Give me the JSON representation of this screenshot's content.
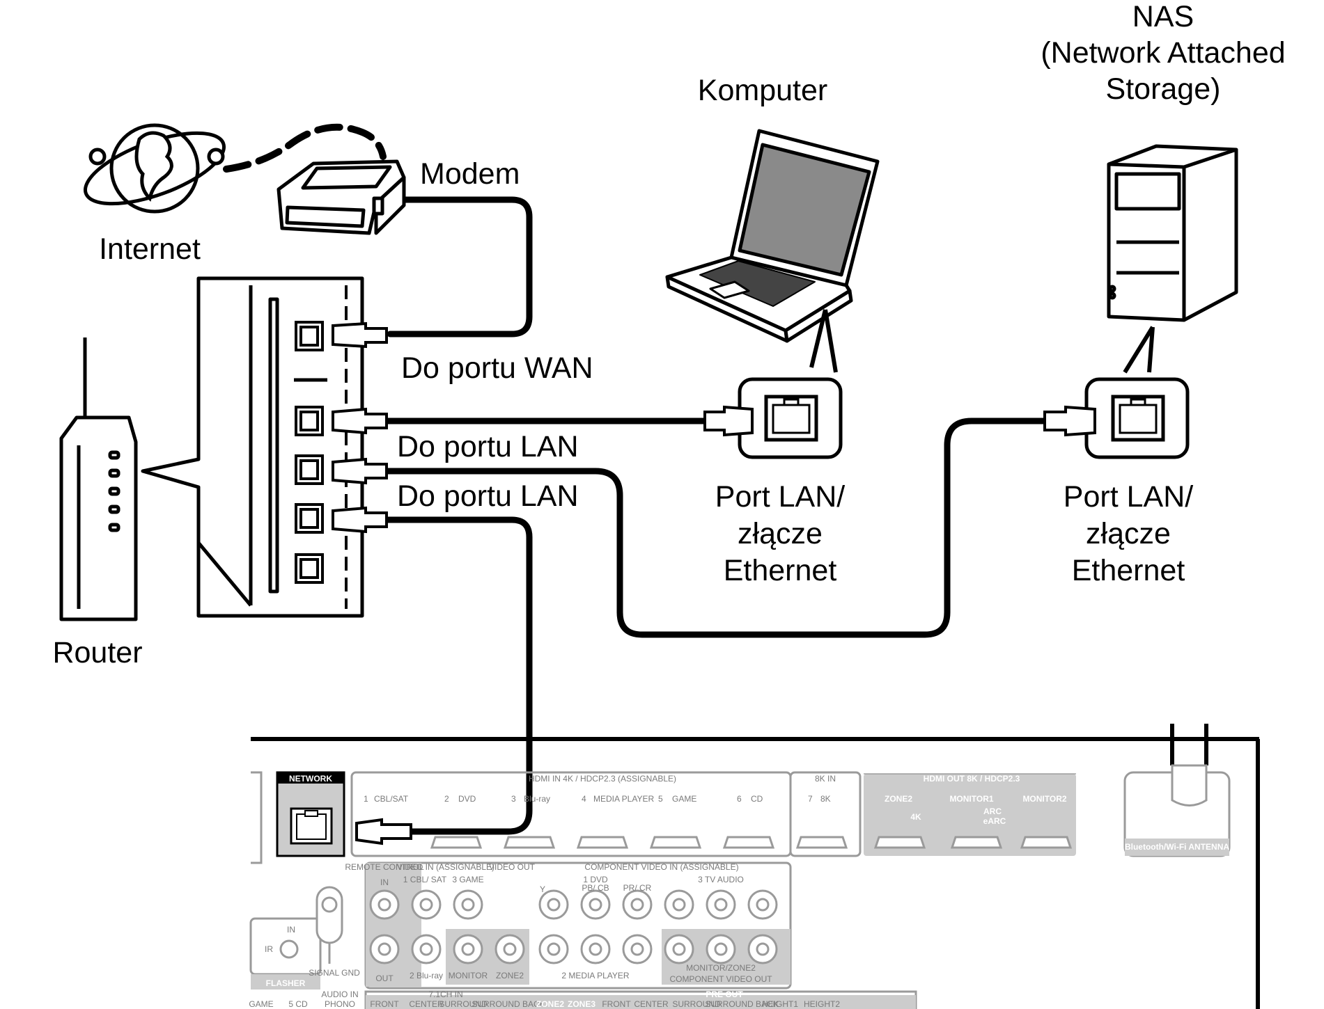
{
  "labels": {
    "nas_line1": "NAS",
    "nas_line2": "(Network Attached",
    "nas_line3": "Storage)",
    "computer": "Komputer",
    "modem": "Modem",
    "internet": "Internet",
    "router": "Router",
    "wan_port": "Do portu WAN",
    "lan_port_1": "Do portu LAN",
    "lan_port_2": "Do portu LAN",
    "computer_port_l1": "Port LAN/",
    "computer_port_l2": "złącze",
    "computer_port_l3": "Ethernet",
    "nas_port_l1": "Port LAN/",
    "nas_port_l2": "złącze",
    "nas_port_l3": "Ethernet"
  },
  "receiver": {
    "network": "NETWORK",
    "hdmi_in_header": "HDMI IN  4K / HDCP2.3  (ASSIGNABLE)",
    "hdmi_8k_header": "8K IN",
    "hdmi_out_header": "HDMI OUT  8K / HDCP2.3",
    "hdmi_inputs": [
      {
        "num": "1",
        "name": "CBL/SAT"
      },
      {
        "num": "2",
        "name": "DVD"
      },
      {
        "num": "3",
        "name": "Blu-ray"
      },
      {
        "num": "4",
        "name": "MEDIA PLAYER"
      },
      {
        "num": "5",
        "name": "GAME"
      },
      {
        "num": "6",
        "name": "CD"
      },
      {
        "num": "7",
        "name": "8K"
      }
    ],
    "hdmi_outputs": [
      "ZONE2",
      "MONITOR1",
      "MONITOR2"
    ],
    "arc": "ARC",
    "earc": "eARC",
    "fourk": "4K",
    "antenna": "Bluetooth/Wi-Fi ANTENNA",
    "remote_control": "REMOTE CONTROL",
    "remote_in": "IN",
    "remote_out": "OUT",
    "ir": "IR",
    "ir_in": "IN",
    "flasher": "FLASHER",
    "signal_gnd": "SIGNAL GND",
    "video_in": "VIDEO IN (ASSIGNABLE)",
    "video_out": "VIDEO OUT",
    "component_in": "COMPONENT VIDEO IN (ASSIGNABLE)",
    "component_out": "COMPONENT VIDEO OUT",
    "cbl_sat": "1 CBL/ SAT",
    "game": "3 GAME",
    "bluray": "2 Blu-ray",
    "monitor": "MONITOR",
    "zone2": "ZONE2",
    "dvd": "1  DVD",
    "tv_audio": "3  TV AUDIO",
    "media_player": "2  MEDIA PLAYER",
    "monitor_zone2": "MONITOR/ZONE2",
    "comp_y": "Y",
    "comp_pb": "PB/ CB",
    "comp_pr": "PR/ CR",
    "audio_in": "AUDIO IN",
    "seven_one_in": "7.1CH IN",
    "pre_out": "PRE OUT",
    "bottom_labels": [
      "GAME",
      "5 CD",
      "PHONO",
      "FRONT",
      "CENTER",
      "SURROUND",
      "SURROUND BACK",
      "ZONE2",
      "ZONE3",
      "FRONT",
      "CENTER",
      "SURROUND",
      "SURROUND BACK",
      "HEIGHT1",
      "HEIGHT2"
    ]
  }
}
